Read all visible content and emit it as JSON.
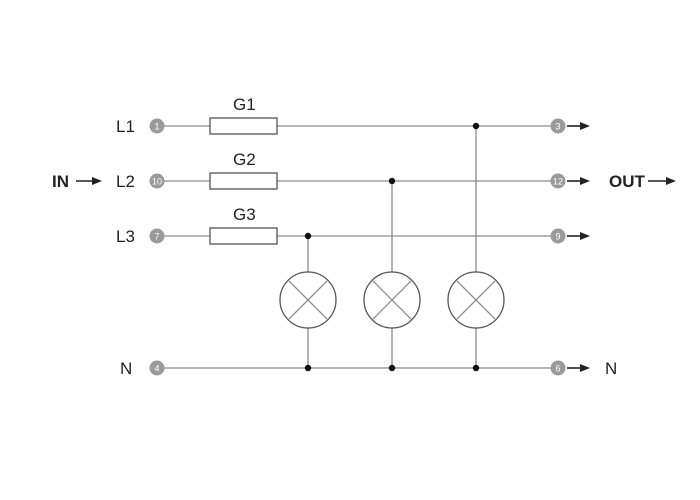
{
  "input": {
    "label": "IN"
  },
  "output": {
    "label": "OUT"
  },
  "lines": [
    {
      "label": "L1",
      "in_terminal": "1",
      "fuse": "G1",
      "out_terminal": "3",
      "out_label": ""
    },
    {
      "label": "L2",
      "in_terminal": "10",
      "fuse": "G2",
      "out_terminal": "12",
      "out_label": ""
    },
    {
      "label": "L3",
      "in_terminal": "7",
      "fuse": "G3",
      "out_terminal": "9",
      "out_label": ""
    },
    {
      "label": "N",
      "in_terminal": "4",
      "fuse": "",
      "out_terminal": "6",
      "out_label": "N"
    }
  ],
  "colors": {
    "terminal": "#9a9a9a",
    "wire": "#8a8a8a",
    "junction": "#111111",
    "text": "#222222"
  }
}
